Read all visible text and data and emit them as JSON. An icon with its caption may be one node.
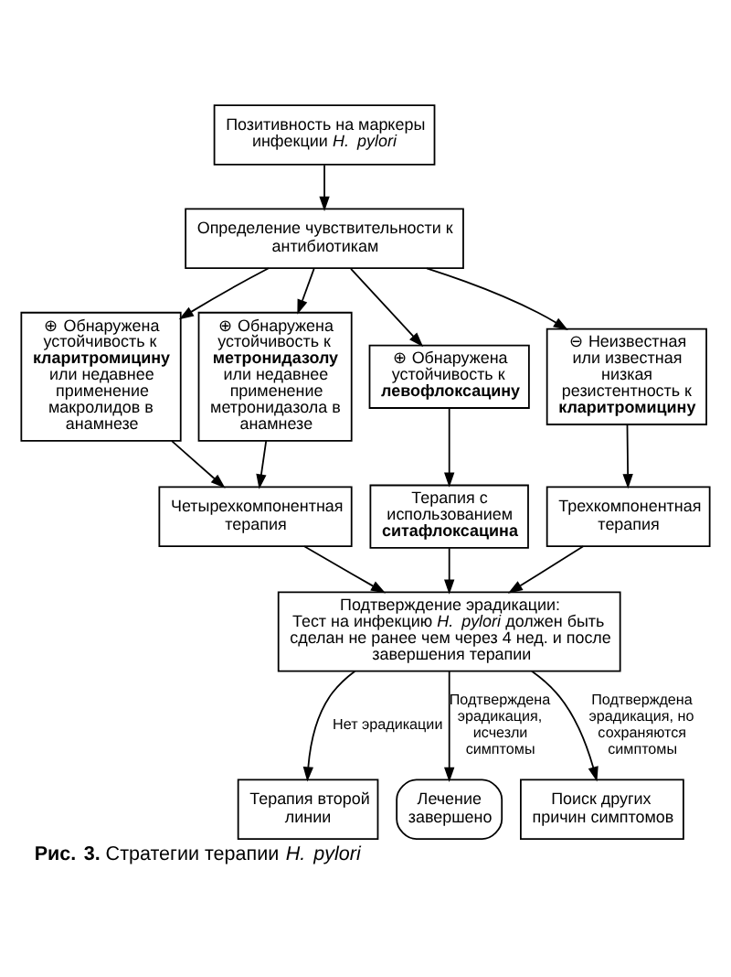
{
  "diagram": {
    "caption": "**Рис. 3.** Стратегии терапии *H. pylori*",
    "nodes": [
      {
        "text": [
          "Позитивность на маркеры инфекции *H. pylori*"
        ]
      },
      {
        "text": [
          "Определение чувствительности к антибиотикам"
        ]
      },
      {
        "text": [
          "⊕ Обнаружена устойчивость к **кларитромицину** или недавнее применение макролидов в анамнезе"
        ]
      },
      {
        "text": [
          "⊕ Обнаружена устойчивость к **метронидазолу** или недавнее применение метронидазола в анамнезе"
        ]
      },
      {
        "text": [
          "⊕ Обнаружена устойчивость к **левофлоксацину**"
        ]
      },
      {
        "text": [
          "⊖ Неизвестная или известная низкая резистентность к **кларитромицину**"
        ]
      },
      {
        "text": [
          "Четырехкомпонентная терапия"
        ]
      },
      {
        "text": [
          "Терапия с использованием **ситафлоксацина**"
        ]
      },
      {
        "text": [
          "Трехкомпонентная терапия"
        ]
      },
      {
        "text": [
          "Подтверждение эрадикации:",
          "Тест на инфекцию *H. pylori* должен быть сделан не ранее чем через 4 нед. и после завершения терапии"
        ]
      },
      {
        "text": [
          "Терапия второй линии"
        ]
      },
      {
        "text": [
          "Лечение завершено"
        ]
      },
      {
        "text": [
          "Поиск других причин симптомов"
        ]
      }
    ],
    "edges": [
      {
        "from": 0,
        "to": 1,
        "arrow": "to"
      },
      {
        "from": 1,
        "to": 2,
        "arrow": "to"
      },
      {
        "from": 1,
        "to": 3,
        "arrow": "to"
      },
      {
        "from": 1,
        "to": 4,
        "arrow": "to"
      },
      {
        "from": 1,
        "to": 5,
        "arrow": "to"
      },
      {
        "from": 2,
        "to": 6,
        "arrow": "to"
      },
      {
        "from": 3,
        "to": 6,
        "arrow": "to"
      },
      {
        "from": 4,
        "to": 7,
        "arrow": "to"
      },
      {
        "from": 5,
        "to": 8,
        "arrow": "to"
      },
      {
        "from": 6,
        "to": 9,
        "arrow": "to"
      },
      {
        "from": 7,
        "to": 9,
        "arrow": "to"
      },
      {
        "from": 8,
        "to": 9,
        "arrow": "to"
      },
      {
        "from": 9,
        "to": 10,
        "arrow": "to",
        "label": "Нет эрадикации"
      },
      {
        "from": 9,
        "to": 11,
        "arrow": "to",
        "label": "Подтверждена эрадикация, исчезли симптомы"
      },
      {
        "from": 9,
        "to": 12,
        "arrow": "to",
        "label": "Подтверждена эрадикация, но сохраняются симптомы"
      }
    ]
  }
}
